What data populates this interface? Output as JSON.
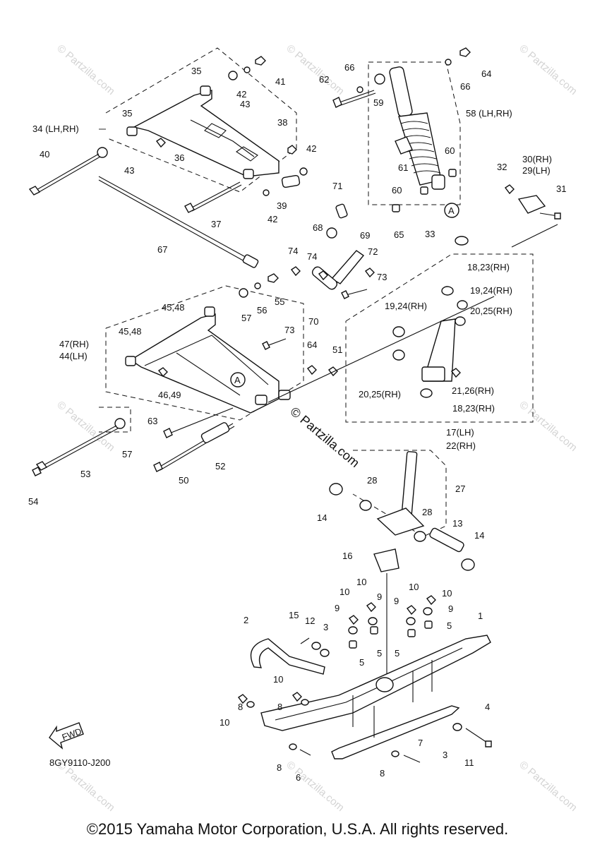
{
  "diagram": {
    "code": "8GY9110-J200",
    "fwd_label": "FWD",
    "watermark": "© Partzilla.com",
    "center_watermark": "© Partzilla.com",
    "ref_marker": "A",
    "callouts": [
      {
        "id": "c1",
        "text": "1"
      },
      {
        "id": "c2",
        "text": "2"
      },
      {
        "id": "c3a",
        "text": "3"
      },
      {
        "id": "c3b",
        "text": "3"
      },
      {
        "id": "c4",
        "text": "4"
      },
      {
        "id": "c5a",
        "text": "5"
      },
      {
        "id": "c5b",
        "text": "5"
      },
      {
        "id": "c5c",
        "text": "5"
      },
      {
        "id": "c5d",
        "text": "5"
      },
      {
        "id": "c6",
        "text": "6"
      },
      {
        "id": "c7",
        "text": "7"
      },
      {
        "id": "c8a",
        "text": "8"
      },
      {
        "id": "c8b",
        "text": "8"
      },
      {
        "id": "c8c",
        "text": "8"
      },
      {
        "id": "c8d",
        "text": "8"
      },
      {
        "id": "c9a",
        "text": "9"
      },
      {
        "id": "c9b",
        "text": "9"
      },
      {
        "id": "c9c",
        "text": "9"
      },
      {
        "id": "c9d",
        "text": "9"
      },
      {
        "id": "c10a",
        "text": "10"
      },
      {
        "id": "c10b",
        "text": "10"
      },
      {
        "id": "c10c",
        "text": "10"
      },
      {
        "id": "c10d",
        "text": "10"
      },
      {
        "id": "c10e",
        "text": "10"
      },
      {
        "id": "c10f",
        "text": "10"
      },
      {
        "id": "c11",
        "text": "11"
      },
      {
        "id": "c12",
        "text": "12"
      },
      {
        "id": "c13",
        "text": "13"
      },
      {
        "id": "c14a",
        "text": "14"
      },
      {
        "id": "c14b",
        "text": "14"
      },
      {
        "id": "c15",
        "text": "15"
      },
      {
        "id": "c16",
        "text": "16"
      },
      {
        "id": "c17",
        "text": "17(LH)"
      },
      {
        "id": "c22",
        "text": "22(RH)"
      },
      {
        "id": "c18a",
        "text": "18,23(RH)"
      },
      {
        "id": "c18b",
        "text": "18,23(RH)"
      },
      {
        "id": "c19a",
        "text": "19,24(RH)"
      },
      {
        "id": "c19b",
        "text": "19,24(RH)"
      },
      {
        "id": "c20a",
        "text": "20,25(RH)"
      },
      {
        "id": "c20b",
        "text": "20,25(RH)"
      },
      {
        "id": "c21",
        "text": "21,26(RH)"
      },
      {
        "id": "c27",
        "text": "27"
      },
      {
        "id": "c28a",
        "text": "28"
      },
      {
        "id": "c28b",
        "text": "28"
      },
      {
        "id": "c30",
        "text": "30(RH)"
      },
      {
        "id": "c29",
        "text": "29(LH)"
      },
      {
        "id": "c31",
        "text": "31"
      },
      {
        "id": "c32",
        "text": "32"
      },
      {
        "id": "c33",
        "text": "33"
      },
      {
        "id": "c34",
        "text": "34 (LH,RH)"
      },
      {
        "id": "c35a",
        "text": "35"
      },
      {
        "id": "c35b",
        "text": "35"
      },
      {
        "id": "c36",
        "text": "36"
      },
      {
        "id": "c37",
        "text": "37"
      },
      {
        "id": "c38",
        "text": "38"
      },
      {
        "id": "c39",
        "text": "39"
      },
      {
        "id": "c40",
        "text": "40"
      },
      {
        "id": "c41",
        "text": "41"
      },
      {
        "id": "c42a",
        "text": "42"
      },
      {
        "id": "c42b",
        "text": "42"
      },
      {
        "id": "c42c",
        "text": "42"
      },
      {
        "id": "c43a",
        "text": "43"
      },
      {
        "id": "c43b",
        "text": "43"
      },
      {
        "id": "c47",
        "text": "47(RH)"
      },
      {
        "id": "c44",
        "text": "44(LH)"
      },
      {
        "id": "c45a",
        "text": "45,48"
      },
      {
        "id": "c45b",
        "text": "45,48"
      },
      {
        "id": "c46",
        "text": "46,49"
      },
      {
        "id": "c50",
        "text": "50"
      },
      {
        "id": "c51",
        "text": "51"
      },
      {
        "id": "c52",
        "text": "52"
      },
      {
        "id": "c53",
        "text": "53"
      },
      {
        "id": "c54",
        "text": "54"
      },
      {
        "id": "c55",
        "text": "55"
      },
      {
        "id": "c56",
        "text": "56"
      },
      {
        "id": "c57a",
        "text": "57"
      },
      {
        "id": "c57b",
        "text": "57"
      },
      {
        "id": "c58",
        "text": "58 (LH,RH)"
      },
      {
        "id": "c59",
        "text": "59"
      },
      {
        "id": "c60a",
        "text": "60"
      },
      {
        "id": "c60b",
        "text": "60"
      },
      {
        "id": "c61",
        "text": "61"
      },
      {
        "id": "c62",
        "text": "62"
      },
      {
        "id": "c63",
        "text": "63"
      },
      {
        "id": "c64a",
        "text": "64"
      },
      {
        "id": "c64b",
        "text": "64"
      },
      {
        "id": "c65",
        "text": "65"
      },
      {
        "id": "c66a",
        "text": "66"
      },
      {
        "id": "c66b",
        "text": "66"
      },
      {
        "id": "c67",
        "text": "67"
      },
      {
        "id": "c68",
        "text": "68"
      },
      {
        "id": "c69",
        "text": "69"
      },
      {
        "id": "c70",
        "text": "70"
      },
      {
        "id": "c71",
        "text": "71"
      },
      {
        "id": "c72",
        "text": "72"
      },
      {
        "id": "c73a",
        "text": "73"
      },
      {
        "id": "c73b",
        "text": "73"
      },
      {
        "id": "c74a",
        "text": "74"
      },
      {
        "id": "c74b",
        "text": "74"
      }
    ]
  },
  "footer": {
    "copyright": "©2015 Yamaha Motor Corporation, U.S.A. All rights reserved."
  }
}
